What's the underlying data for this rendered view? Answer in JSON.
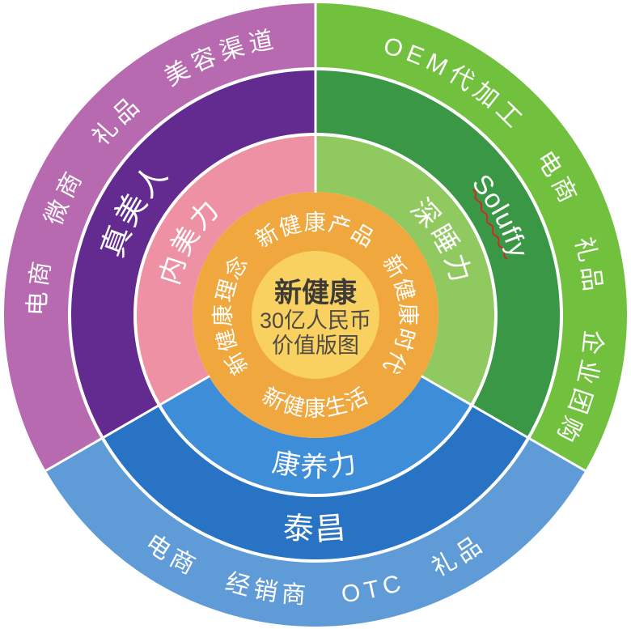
{
  "diagram": {
    "center": {
      "title": "新健康",
      "line2": "30亿人民币",
      "line3": "价值版图"
    },
    "inner_ring": {
      "top": "新健康产品",
      "left": "新健康理念",
      "right": "新健康时代",
      "bottom": "新健康生活"
    },
    "sectors": {
      "beauty": {
        "power": "内美力",
        "brand": "真美人",
        "channels": "电商 微商 礼品 美容渠道"
      },
      "sleep": {
        "power": "深睡力",
        "brand": "Soluffy",
        "channels": "OEM代加工 电商 礼品 企业团购"
      },
      "wellness": {
        "power": "康养力",
        "brand": "泰昌",
        "channels": "电商 经销商 OTC 礼品"
      }
    },
    "colors": {
      "beauty_outer": "#b86ab1",
      "beauty_mid": "#632b90",
      "beauty_inner": "#ee91a4",
      "sleep_outer": "#71c13e",
      "sleep_mid": "#3a9746",
      "sleep_inner": "#8fc95f",
      "wellness_outer": "#5f9bd6",
      "wellness_mid": "#2873c3",
      "wellness_inner": "#3e8dd8",
      "inner_ring": "#f0a73d",
      "center_fill": "#f9d161",
      "ring_text": "#ffffff",
      "center_title": "#3e3a36",
      "center_sub": "#4f4a44",
      "spellcheck_red": "#e02020",
      "divider": "#ffffff"
    }
  }
}
